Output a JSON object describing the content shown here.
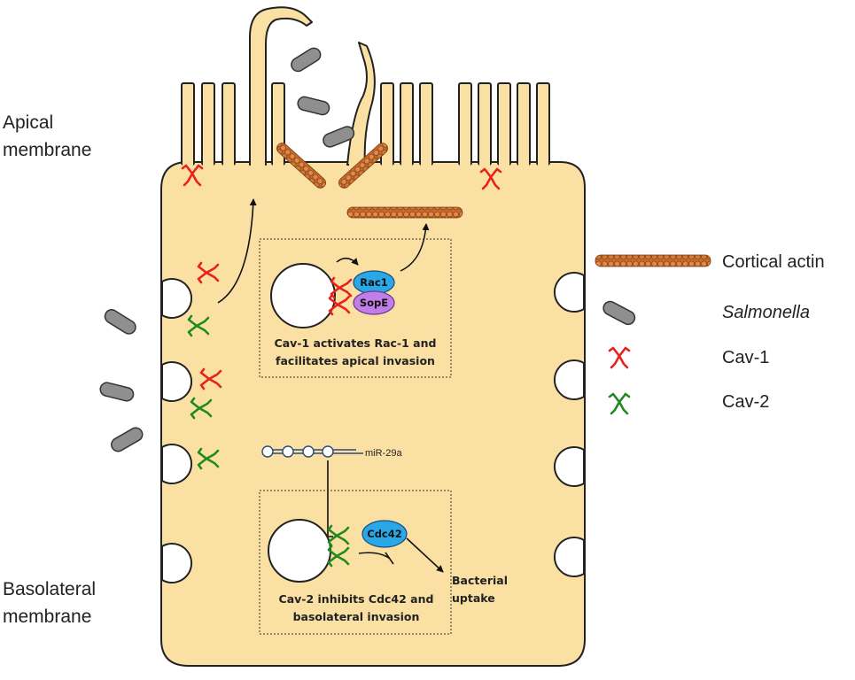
{
  "labels": {
    "apical": [
      "Apical",
      "membrane"
    ],
    "basolateral": [
      "Basolateral",
      "membrane"
    ]
  },
  "legend": {
    "cortical_actin": "Cortical actin",
    "salmonella": "Salmonella",
    "cav1": "Cav-1",
    "cav2": "Cav-2"
  },
  "box_top": {
    "rac1": "Rac1",
    "sope": "SopE",
    "caption": [
      "Cav-1 activates Rac-1 and",
      "facilitates apical invasion"
    ]
  },
  "box_bottom": {
    "cdc42": "Cdc42",
    "caption": [
      "Cav-2 inhibits Cdc42 and",
      "basolateral invasion"
    ]
  },
  "mirna": "miR-29a",
  "uptake": [
    "Bacterial",
    "uptake"
  ],
  "colors": {
    "cell_fill": "#fbe0a3",
    "cav1": "#e8201e",
    "cav2": "#1f8a1f",
    "actin": "#c96a2c",
    "salmonella": "#8f8f8f",
    "rac1": "#2aa7e6",
    "sope": "#c27ee8",
    "cdc42": "#2aa7e6"
  }
}
